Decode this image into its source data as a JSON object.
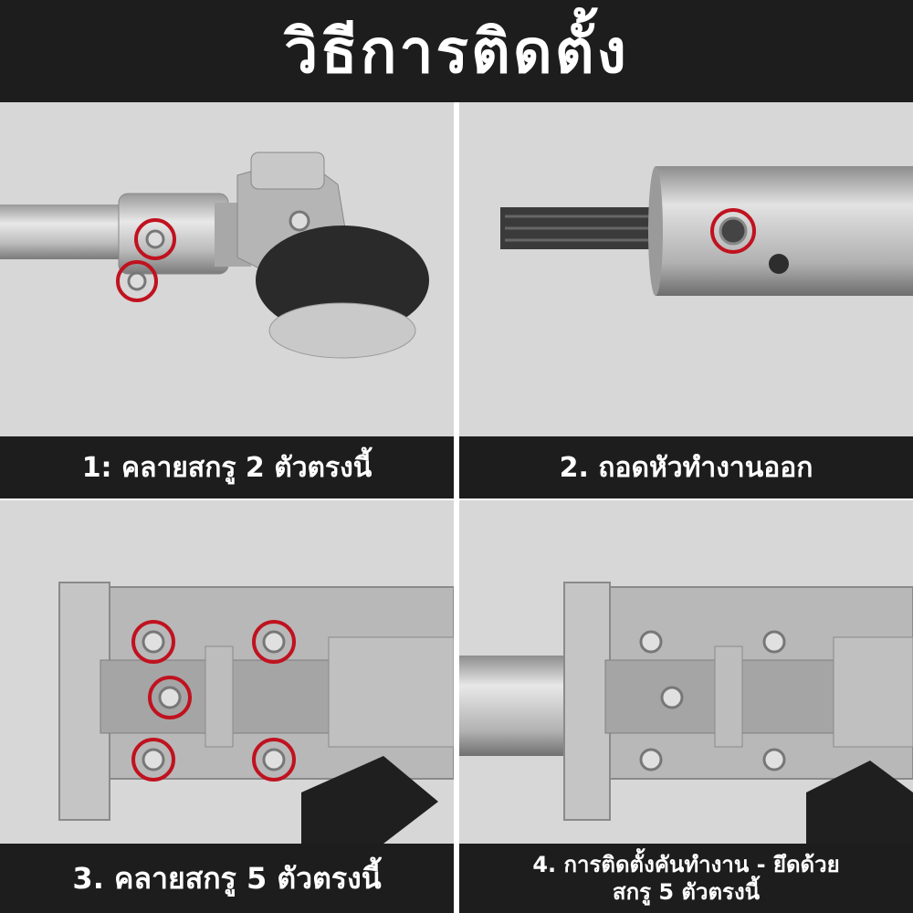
{
  "header": {
    "title": "วิธีการติดตั้ง"
  },
  "steps": [
    {
      "caption": "1: คลายสกรู 2 ตัวตรงนี้"
    },
    {
      "caption": "2. ถอดหัวทำงานออก"
    },
    {
      "caption": "3. คลายสกรู 5 ตัวตรงนี้"
    },
    {
      "caption_line1": "4. การติดตั้งคันทำงาน - ยึดด้วย",
      "caption_line2": "สกรู 5 ตัวตรงนี้"
    }
  ],
  "colors": {
    "header_bg": "#1d1d1d",
    "panel_bg": "#d7d7d7",
    "highlight_circle": "#c0121f"
  }
}
